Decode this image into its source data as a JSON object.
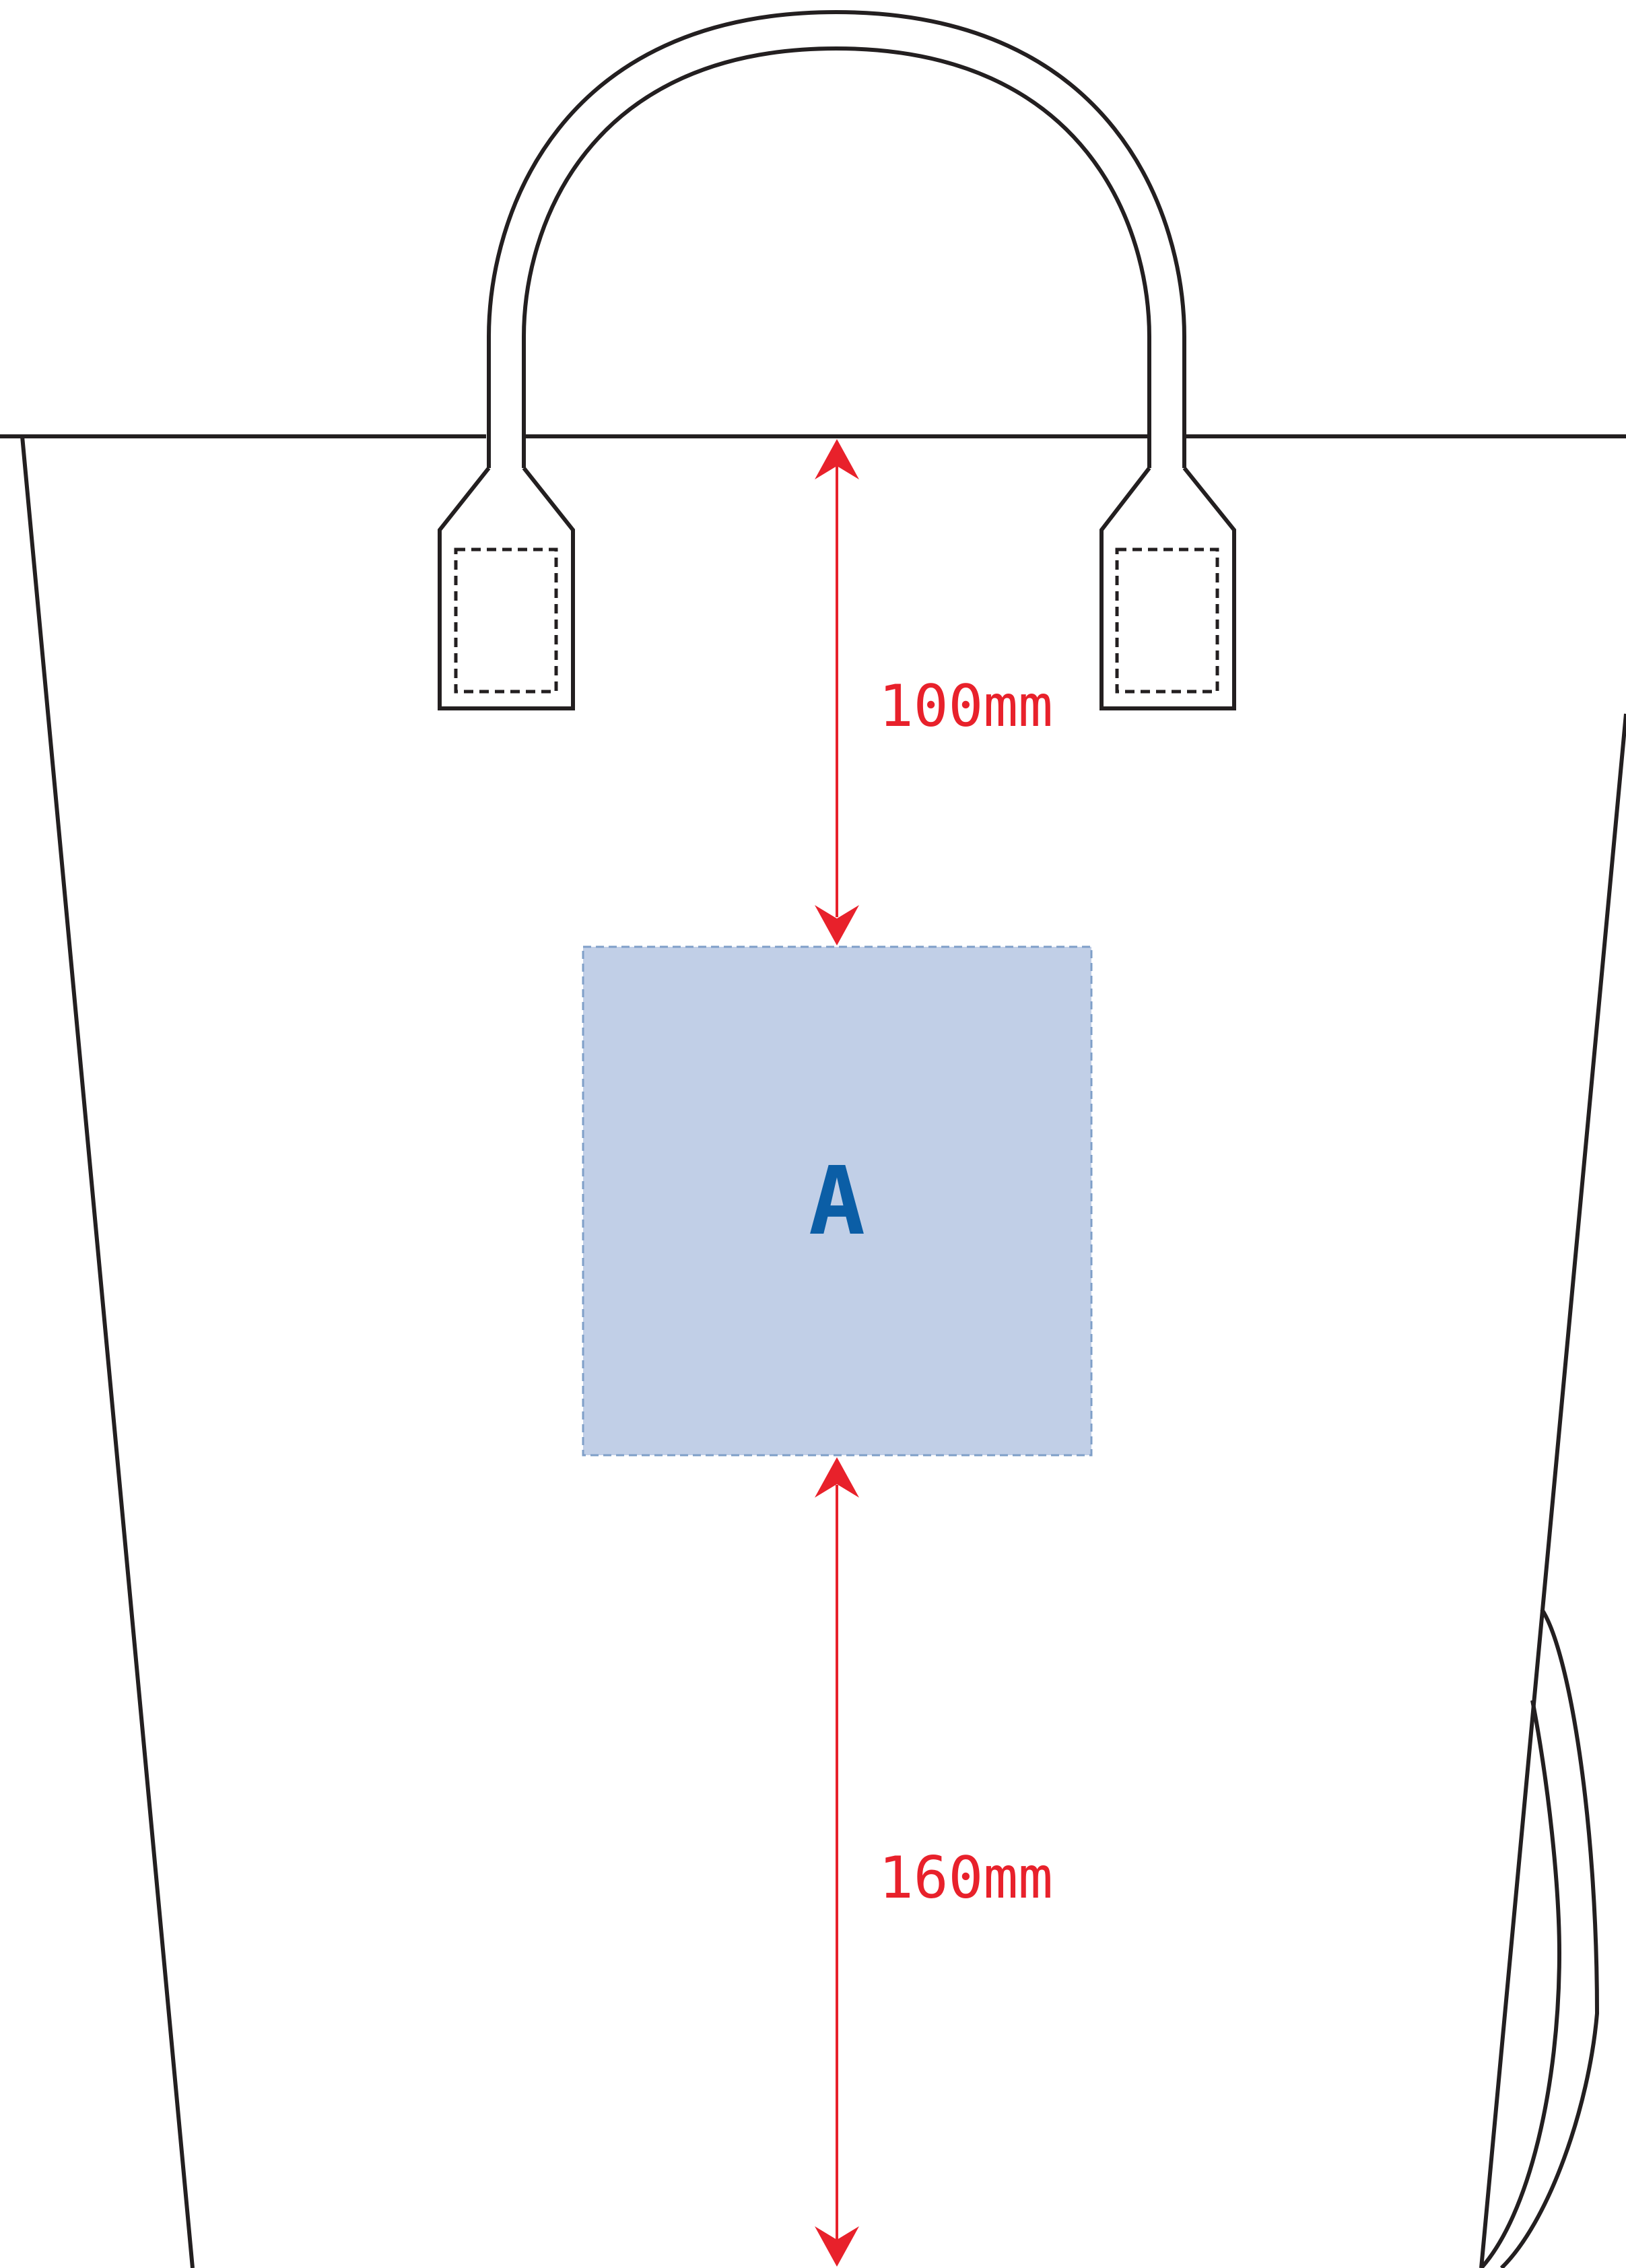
{
  "diagram": {
    "print_area": {
      "label": "A",
      "fill_color": "#c1cfe7",
      "label_color": "#0b5ea6"
    },
    "dimensions": {
      "top": "100mm",
      "bottom": "160mm",
      "color": "#e8212b"
    },
    "outline_color": "#231f20"
  }
}
